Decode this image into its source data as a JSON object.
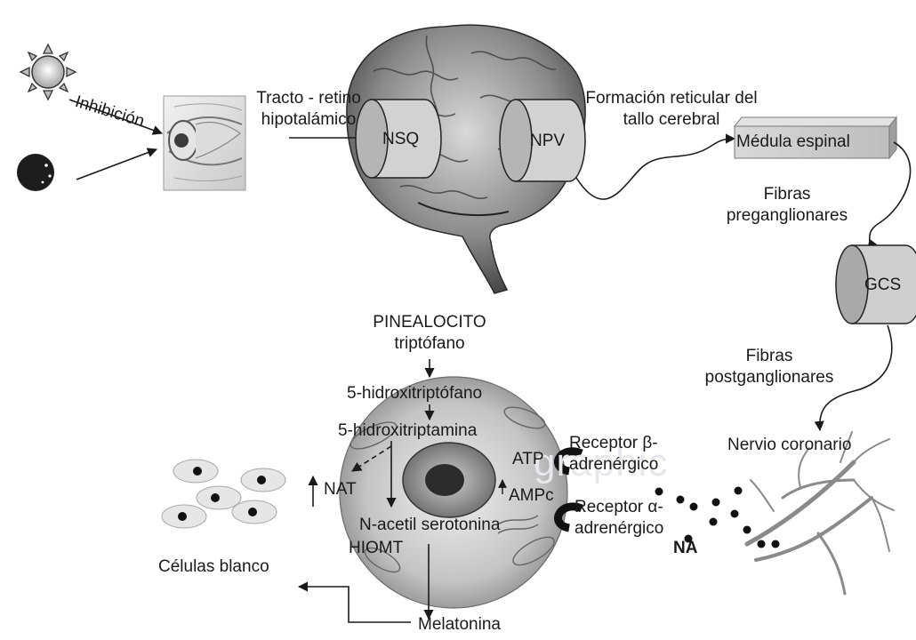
{
  "labels": {
    "inhibicion": "Inhibición",
    "tracto_line1": "Tracto - retino",
    "tracto_line2": "hipotalámico",
    "nsq": "NSQ",
    "npv": "NPV",
    "formacion_line1": "Formación reticular del",
    "formacion_line2": "tallo cerebral",
    "medula": "Médula espinal",
    "fibras_pre_line1": "Fibras",
    "fibras_pre_line2": "preganglionares",
    "gcs": "GCS",
    "fibras_post_line1": "Fibras",
    "fibras_post_line2": "postganglionares",
    "nervio": "Nervio coronario",
    "pinealocito": "PINEALOCITO",
    "triptofano": "triptófano",
    "hidroxitriptofano": "5-hidroxitriptófano",
    "hidroxitriptamina": "5-hidroxitriptamina",
    "receptor_beta_line1": "Receptor β-",
    "receptor_beta_line2": "adrenérgico",
    "atp": "ATP",
    "ampc": "AMPc",
    "receptor_alfa_line1": "Receptor α-",
    "receptor_alfa_line2": "adrenérgico",
    "na": "NA",
    "nat": "NAT",
    "acetil": "N-acetil serotonina",
    "hiomt": "HIOMT",
    "celulas": "Células blanco",
    "melatonina": "Melatonina"
  },
  "watermark": "graphic",
  "icons": {
    "sun": "sun-icon",
    "moon": "moon-night-icon",
    "eye": "eye-illustration",
    "brain": "brain-illustration",
    "spinal": "spinal-cord-block",
    "pinealocyte": "pinealocyte-cell",
    "nerve": "coronary-nerve-illustration"
  }
}
